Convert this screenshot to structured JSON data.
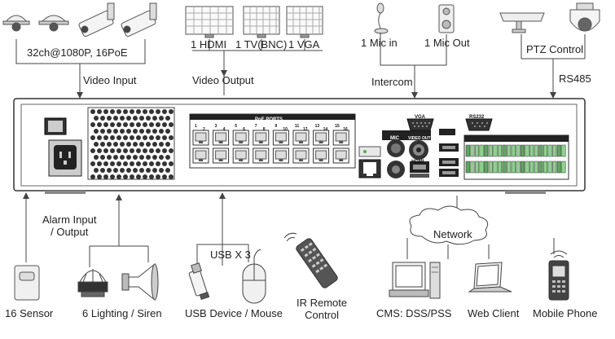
{
  "top": {
    "camera_spec": "32ch@1080P, 16PoE",
    "video_input": "Video Input",
    "monitor_hdmi": "1 HDMI",
    "monitor_tv": "1 TV(BNC)",
    "monitor_vga": "1 VGA",
    "video_output": "Video Output",
    "mic_in": "1 Mic in",
    "mic_out": "1 Mic Out",
    "intercom": "Intercom",
    "ptz_control": "PTZ Control",
    "rs485": "RS485"
  },
  "panel": {
    "poe_title": "PoE PORTS",
    "poe_numbers": [
      "1",
      "2",
      "3",
      "4",
      "5",
      "6",
      "7",
      "8",
      "9",
      "10",
      "11",
      "12",
      "13",
      "14",
      "15",
      "16"
    ],
    "vga_label": "VGA",
    "rs232_label": "RS232",
    "mic_label": "MIC",
    "video_out_label": "VIDEO OUT",
    "hdmi_label": "HDMI"
  },
  "bottom": {
    "alarm_io": "Alarm Input\n/ Output",
    "sensor": "16 Sensor",
    "lighting_siren": "6 Lighting / Siren",
    "usb_x3": "USB X 3",
    "usb_device_mouse": "USB Device / Mouse",
    "ir_remote": "IR Remote\nControl",
    "network": "Network",
    "cms": "CMS: DSS/PSS",
    "web_client": "Web Client",
    "mobile_phone": "Mobile Phone"
  },
  "colors": {
    "line": "#444444",
    "panel_dark": "#2a2a2a",
    "port_green": "#5aa85a"
  }
}
